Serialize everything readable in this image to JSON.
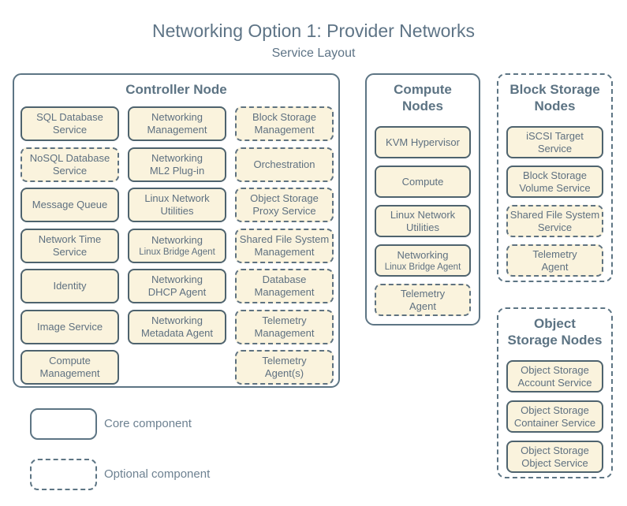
{
  "title": "Networking Option 1: Provider Networks",
  "subtitle": "Service Layout",
  "colors": {
    "background": "#ffffff",
    "box_fill": "#faf3dd",
    "core_border": "#4e636e",
    "optional_border": "#5e7280",
    "container_border": "#5d7584",
    "text": "#5e7080",
    "title_text": "#5e7486"
  },
  "nodes": {
    "controller": {
      "title_line1": "Controller Node",
      "type": "core",
      "services": [
        {
          "line1": "SQL Database",
          "line2": "Service",
          "type": "core"
        },
        {
          "line1": "Networking",
          "line2": "Management",
          "type": "core"
        },
        {
          "line1": "Block Storage",
          "line2": "Management",
          "type": "optional"
        },
        {
          "line1": "NoSQL Database",
          "line2": "Service",
          "type": "optional"
        },
        {
          "line1": "Networking",
          "line2": "ML2 Plug-in",
          "type": "core"
        },
        {
          "line1": "Orchestration",
          "type": "optional"
        },
        {
          "line1": "Message Queue",
          "type": "core"
        },
        {
          "line1": "Linux Network",
          "line2": "Utilities",
          "type": "core"
        },
        {
          "line1": "Object Storage",
          "line2": "Proxy Service",
          "type": "optional"
        },
        {
          "line1": "Network Time",
          "line2": "Service",
          "type": "core"
        },
        {
          "line1": "Networking",
          "line2": "Linux Bridge Agent",
          "type": "core"
        },
        {
          "line1": "Shared File System",
          "line2": "Management",
          "type": "optional"
        },
        {
          "line1": "Identity",
          "type": "core"
        },
        {
          "line1": "Networking",
          "line2": "DHCP Agent",
          "type": "core"
        },
        {
          "line1": "Database",
          "line2": "Management",
          "type": "optional"
        },
        {
          "line1": "Image Service",
          "type": "core"
        },
        {
          "line1": "Networking",
          "line2": "Metadata Agent",
          "type": "core"
        },
        {
          "line1": "Telemetry",
          "line2": "Management",
          "type": "optional"
        },
        {
          "line1": "Compute",
          "line2": "Management",
          "type": "core"
        },
        {
          "line1": "Telemetry",
          "line2": "Agent(s)",
          "type": "optional"
        }
      ]
    },
    "compute": {
      "title_line1": "Compute",
      "title_line2": "Nodes",
      "type": "core",
      "services": [
        {
          "line1": "KVM Hypervisor",
          "type": "core"
        },
        {
          "line1": "Compute",
          "type": "core"
        },
        {
          "line1": "Linux Network",
          "line2": "Utilities",
          "type": "core"
        },
        {
          "line1": "Networking",
          "line2": "Linux Bridge Agent",
          "type": "core"
        },
        {
          "line1": "Telemetry",
          "line2": "Agent",
          "type": "optional"
        }
      ]
    },
    "block_storage": {
      "title_line1": "Block Storage",
      "title_line2": "Nodes",
      "type": "optional",
      "services": [
        {
          "line1": "iSCSI Target",
          "line2": "Service",
          "type": "core"
        },
        {
          "line1": "Block Storage",
          "line2": "Volume Service",
          "type": "core"
        },
        {
          "line1": "Shared File System",
          "line2": "Service",
          "type": "optional"
        },
        {
          "line1": "Telemetry",
          "line2": "Agent",
          "type": "optional"
        }
      ]
    },
    "object_storage": {
      "title_line1": "Object",
      "title_line2": "Storage Nodes",
      "type": "optional",
      "services": [
        {
          "line1": "Object Storage",
          "line2": "Account Service",
          "type": "core"
        },
        {
          "line1": "Object Storage",
          "line2": "Container Service",
          "type": "core"
        },
        {
          "line1": "Object Storage",
          "line2": "Object Service",
          "type": "core"
        }
      ]
    }
  },
  "legend": {
    "core": {
      "label": "Core component",
      "type": "core"
    },
    "optional": {
      "label": "Optional component",
      "type": "optional"
    }
  }
}
